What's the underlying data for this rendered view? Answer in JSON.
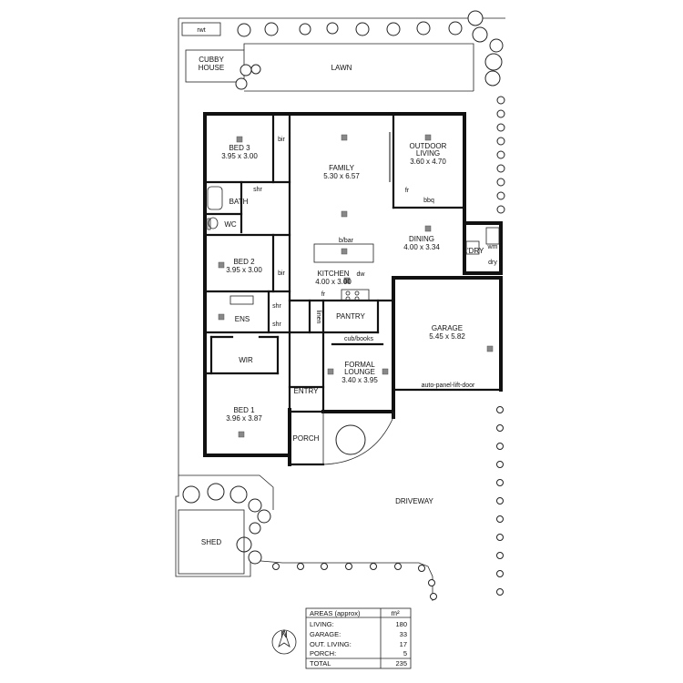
{
  "labels": {
    "rwt": "rwt",
    "cubby_line1": "CUBBY",
    "cubby_line2": "HOUSE",
    "lawn": "LAWN",
    "bed3_name": "BED 3",
    "bed3_size": "3.95 x 3.00",
    "bir1": "bir",
    "family_name": "FAMILY",
    "family_size": "5.30 x 6.57",
    "outdoor_line1": "OUTDOOR",
    "outdoor_line2": "LIVING",
    "outdoor_size": "3.60 x 4.70",
    "fr1": "fr",
    "bbq": "bbq",
    "bath": "BATH",
    "shr1": "shr",
    "wc": "WC",
    "bed2_name": "BED 2",
    "bed2_size": "3.95 x 3.00",
    "bir2": "bir",
    "bbar": "b/bar",
    "kitchen_name": "KITCHEN",
    "kitchen_size": "4.00 x 3.00",
    "dw": "dw",
    "fr2": "fr",
    "dining_name": "DINING",
    "dining_size": "4.00 x 3.34",
    "ldry": "L'DRY",
    "wm": "wm",
    "dry": "dry",
    "ens": "ENS",
    "shr2": "shr",
    "shr3": "shr",
    "linen": "linen",
    "pantry": "PANTRY",
    "garage_name": "GARAGE",
    "garage_size": "5.45 x 5.82",
    "cub_books": "cub/books",
    "wir": "WIR",
    "formal_line1": "FORMAL",
    "formal_line2": "LOUNGE",
    "formal_size": "3.40 x 3.95",
    "garage_door": "auto-panel-lift-door",
    "entry": "ENTRY",
    "bed1_name": "BED 1",
    "bed1_size": "3.96 x 3.87",
    "porch": "PORCH",
    "driveway": "DRIVEWAY",
    "shed": "SHED",
    "north": "N"
  },
  "areas_table": {
    "title": "AREAS (approx)",
    "unit": "m²",
    "rows": [
      {
        "label": "LIVING:",
        "value": "180"
      },
      {
        "label": "GARAGE:",
        "value": "33"
      },
      {
        "label": "OUT. LIVING:",
        "value": "17"
      },
      {
        "label": "PORCH:",
        "value": "5"
      }
    ],
    "total_label": "TOTAL",
    "total_value": "235"
  }
}
